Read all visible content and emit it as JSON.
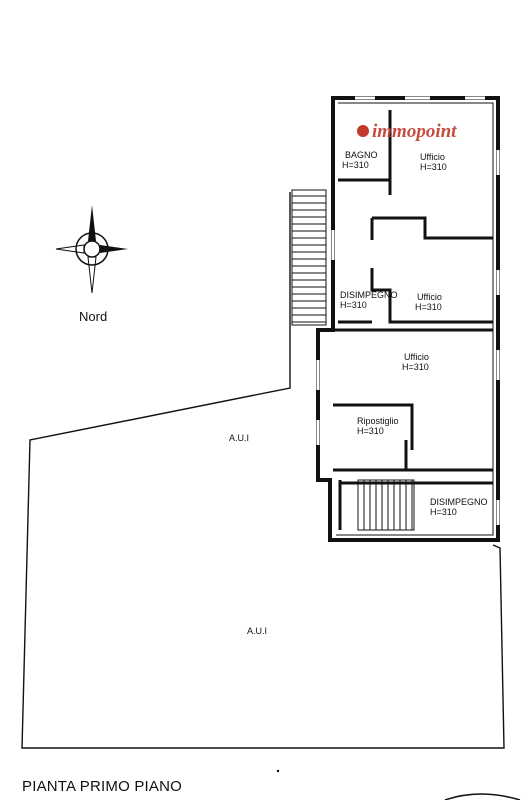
{
  "title": "PIANTA PRIMO PIANO",
  "compass": {
    "label": "Nord",
    "icon": "compass-rose-icon"
  },
  "watermark": {
    "text": "immopoint",
    "color": "#c0392b"
  },
  "rooms": {
    "bagno": {
      "name": "BAGNO",
      "height": "H=310"
    },
    "ufficio_1": {
      "name": "Ufficio",
      "height": "H=310"
    },
    "disimpegno_1": {
      "name": "DISIMPEGNO",
      "height": "H=310"
    },
    "ufficio_2": {
      "name": "Ufficio",
      "height": "H=310"
    },
    "ufficio_3": {
      "name": "Ufficio",
      "height": "H=310"
    },
    "ripostiglio": {
      "name": "Ripostiglio",
      "height": "H=310"
    },
    "disimpegno_2": {
      "name": "DISIMPEGNO",
      "height": "H=310"
    }
  },
  "areas": {
    "aui_1": "A.U.I",
    "aui_2": "A.U.I"
  }
}
